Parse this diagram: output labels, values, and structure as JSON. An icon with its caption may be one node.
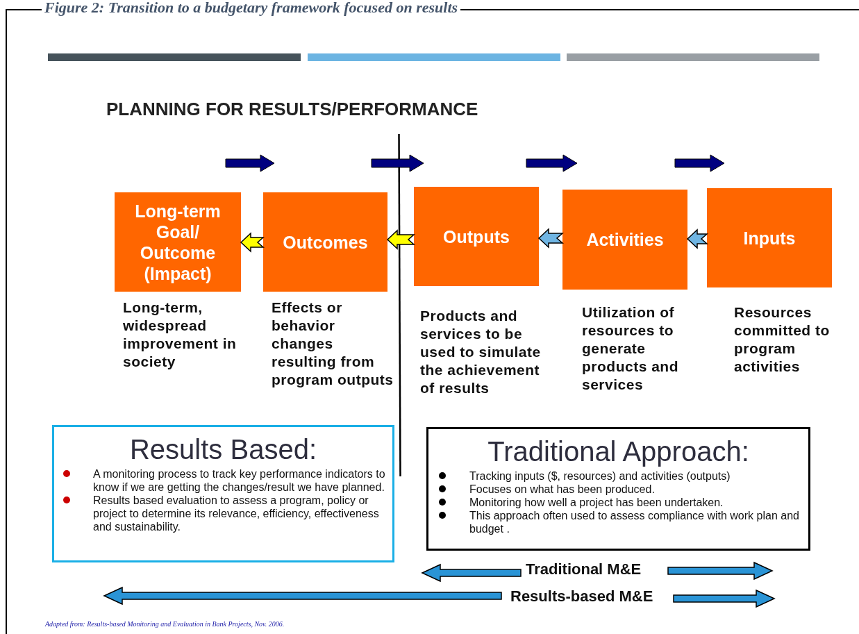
{
  "diagram": {
    "title": "Figure 2: Transition to a budgetary framework focused on results",
    "caption": "Adapted from: Results-based Monitoring and Evaluation in Bank Projects, Nov. 2006.",
    "nodes": [
      {
        "text": [
          "Long-term Goal/ Outcome (Impact)"
        ],
        "beside": [
          "Long-term, widespread improvement in society"
        ]
      },
      {
        "text": [
          "Outcomes"
        ],
        "beside": [
          "Effects or behavior changes resulting from program outputs"
        ]
      },
      {
        "text": [
          "Outputs"
        ],
        "beside": [
          "Products and services to be used to simulate the achievement of results"
        ]
      },
      {
        "text": [
          "Activities"
        ],
        "beside": [
          "Utilization of resources to generate products and services"
        ]
      },
      {
        "text": [
          "Inputs"
        ],
        "beside": [
          "Resources committed to program activities"
        ]
      },
      {
        "text": [
          "Results Based:",
          "A monitoring process to track key performance indicators to know if we are getting the changes/result we have planned.",
          "Results based evaluation to assess a program, policy or project to determine its relevance, efficiency, effectiveness and sustainability."
        ]
      },
      {
        "text": [
          "Traditional Approach:",
          "Tracking inputs ($, resources) and activities (outputs)",
          "Focuses on what has been produced.",
          "Monitoring how well a project has been undertaken.",
          "This approach often used to assess compliance with work plan and budget ."
        ]
      }
    ],
    "edges": [
      {
        "from": 1,
        "to": 0,
        "arrow": "to",
        "color": "#ffff00"
      },
      {
        "from": 2,
        "to": 1,
        "arrow": "to",
        "color": "#ffff00"
      },
      {
        "from": 3,
        "to": 2,
        "arrow": "to",
        "color": "#70b5e3"
      },
      {
        "from": 4,
        "to": 3,
        "arrow": "to",
        "color": "#70b5e3"
      }
    ],
    "labels": [
      "PLANNING FOR RESULTS/PERFORMANCE",
      "Traditional M&E",
      "Results-based M&E"
    ]
  }
}
